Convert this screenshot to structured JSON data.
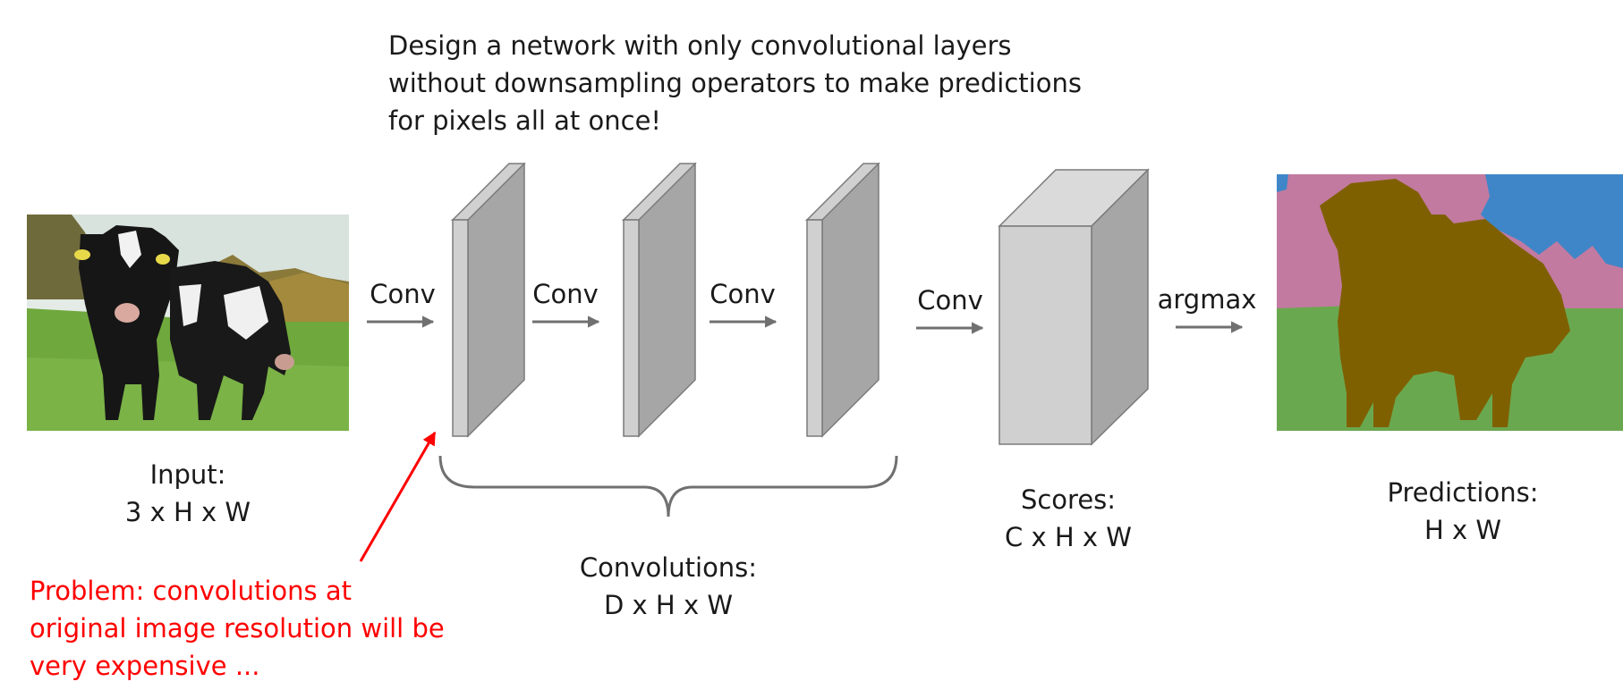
{
  "intro": {
    "line1": "Design a network with only convolutional layers",
    "line2": "without downsampling operators to make predictions",
    "line3": "for pixels all at once!"
  },
  "arrows": {
    "conv1": "Conv",
    "conv2": "Conv",
    "conv3": "Conv",
    "conv4": "Conv",
    "argmax": "argmax"
  },
  "input": {
    "title": "Input:",
    "dims": "3 x H x W"
  },
  "convolutions": {
    "title": "Convolutions:",
    "dims": "D x H x W"
  },
  "scores": {
    "title": "Scores:",
    "dims": "C x H x W"
  },
  "predictions": {
    "title": "Predictions:",
    "dims": "H x W"
  },
  "problem": {
    "line1": "Problem: convolutions at",
    "line2": "original image resolution will be",
    "line3": "very expensive ..."
  },
  "colors": {
    "arrow": "#707070",
    "problem": "#ff0000",
    "box_front": "#a6a6a6",
    "box_side": "#d0d0d0",
    "sky": "#3f86c8",
    "background_class": "#c27aa0",
    "grass": "#6aa84f",
    "cow": "#7f6000"
  }
}
